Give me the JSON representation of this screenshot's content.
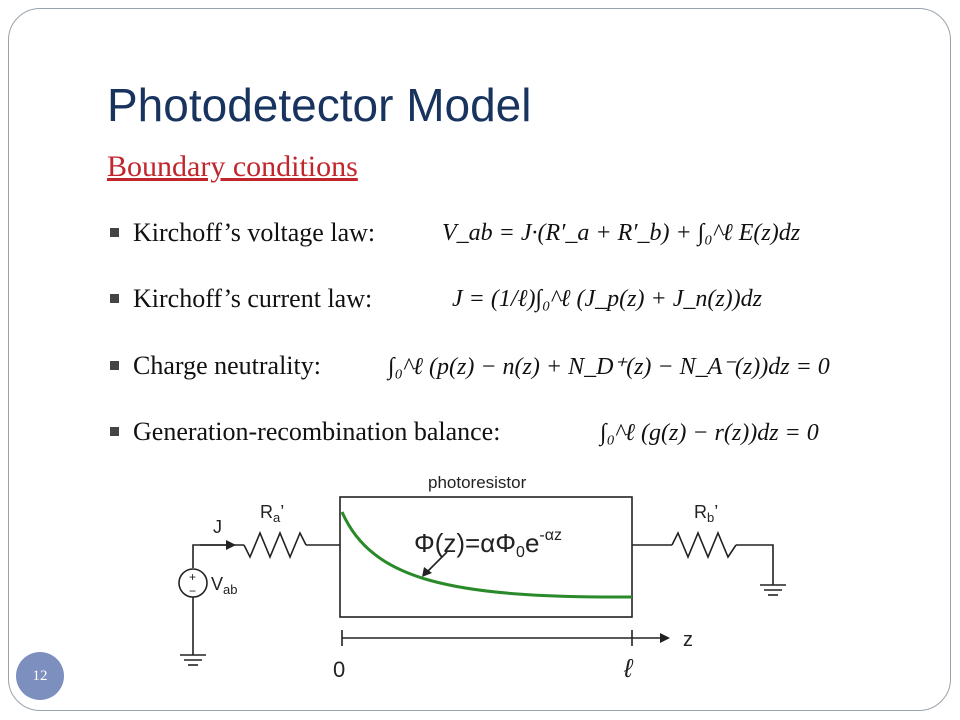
{
  "slide": {
    "title": "Photodetector Model",
    "subtitle": "Boundary conditions",
    "page_number": "12"
  },
  "bullets": [
    {
      "label": "Kirchoff’s voltage law:",
      "equation": "V_ab = J·(R′_a + R′_b) + ∫₀^ℓ E(z)dz"
    },
    {
      "label": "Kirchoff’s current law:",
      "equation": "J = (1/ℓ)∫₀^ℓ (J_p(z) + J_n(z))dz"
    },
    {
      "label": "Charge neutrality:",
      "equation": "∫₀^ℓ (p(z) − n(z) + N_D⁺(z) − N_A⁻(z))dz = 0"
    },
    {
      "label": "Generation-recombination balance:",
      "equation": "∫₀^ℓ (g(z) − r(z))dz = 0"
    }
  ],
  "diagram": {
    "device_label": "photoresistor",
    "resistor_a": {
      "main": "R",
      "sub": "a",
      "prime": "’"
    },
    "resistor_b": {
      "main": "R",
      "sub": "b",
      "prime": "’"
    },
    "current_label": "J",
    "source": {
      "main": "V",
      "sub": "ab",
      "plus": "+",
      "minus": "−"
    },
    "flux_equation": {
      "lhs": "Φ(z)=αΦ",
      "sub": "0",
      "base": "e",
      "exp": "-αz"
    },
    "axis_label": "z",
    "axis_start": "0",
    "axis_end": "ℓ",
    "curve_color": "#2a8a2a"
  }
}
